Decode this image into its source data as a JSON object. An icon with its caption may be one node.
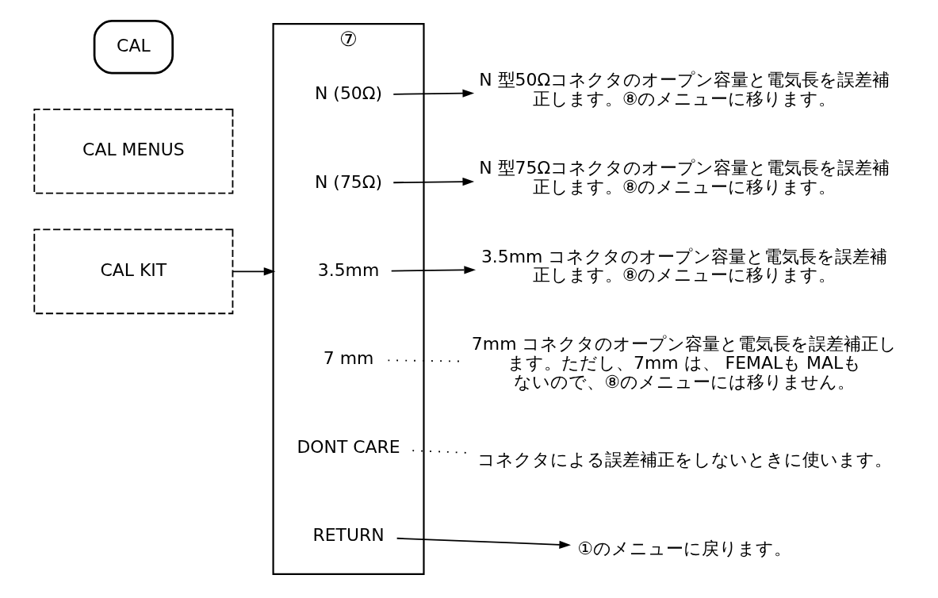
{
  "diagram": {
    "nodes": [
      {
        "text": [
          "CAL"
        ]
      },
      {
        "text": [
          "CAL MENUS"
        ]
      },
      {
        "text": [
          "CAL KIT"
        ]
      },
      {
        "text": [
          "⑦"
        ]
      },
      {
        "text": [
          "N (50Ω)"
        ],
        "in": 3
      },
      {
        "text": [
          "N (75Ω)"
        ],
        "in": 3
      },
      {
        "text": [
          "3.5mm"
        ],
        "in": 3
      },
      {
        "text": [
          "7 mm"
        ],
        "in": 3
      },
      {
        "text": [
          "DONT CARE"
        ],
        "in": 3
      },
      {
        "text": [
          "RETURN"
        ],
        "in": 3
      },
      {
        "text": [
          "N 型50Ωコネクタのオープン容量と電気長を誤差補正します。⑧のメニューに移ります。"
        ]
      },
      {
        "text": [
          "N 型75Ωコネクタのオープン容量と電気長を誤差補正します。⑧のメニューに移ります。"
        ]
      },
      {
        "text": [
          "3.5mm コネクタのオープン容量と電気長を誤差補正します。⑧のメニューに移ります。"
        ]
      },
      {
        "text": [
          "7mm コネクタのオープン容量と電気長を誤差補正します。ただし、7mm は、 FEMALも MALもないので、⑧のメニューには移りません。"
        ]
      },
      {
        "text": [
          "コネクタによる誤差補正をしないときに使います。"
        ]
      },
      {
        "text": [
          "①のメニューに戻ります。"
        ]
      }
    ],
    "edges": [
      {
        "from": 2,
        "to": 3,
        "arrow": "to"
      },
      {
        "from": 4,
        "to": 10,
        "arrow": "to"
      },
      {
        "from": 5,
        "to": 11,
        "arrow": "to"
      },
      {
        "from": 6,
        "to": 12,
        "arrow": "to"
      },
      {
        "from": 7,
        "to": 13,
        "arrow": "none",
        "style": "dashed"
      },
      {
        "from": 8,
        "to": 14,
        "arrow": "none",
        "style": "dashed"
      },
      {
        "from": 9,
        "to": 15,
        "arrow": "to"
      }
    ]
  }
}
